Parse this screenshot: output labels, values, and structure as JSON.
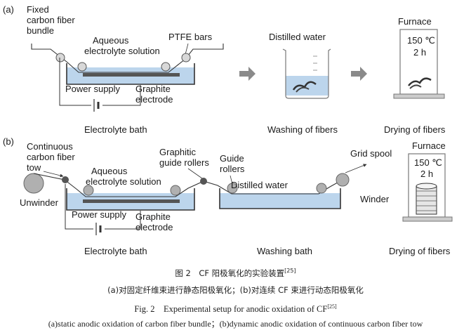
{
  "panel_a": {
    "tag": "(a)",
    "fiber_label": [
      "Fixed",
      "carbon fiber",
      "bundle"
    ],
    "electrolyte_label": [
      "Aqueous",
      "electrolyte solution"
    ],
    "ptfe_label": "PTFE bars",
    "power_label": "Power supply",
    "graphite_label": [
      "Graphite",
      "electrode"
    ],
    "water_label": "Distilled water",
    "furnace_title": "Furnace",
    "furnace_temp": "150 ℃",
    "furnace_time": "2 h",
    "step_labels": [
      "Electrolyte bath",
      "Washing of fibers",
      "Drying of fibers"
    ]
  },
  "panel_b": {
    "tag": "(b)",
    "tow_label": [
      "Continuous",
      "carbon fiber",
      "tow"
    ],
    "unwinder_label": "Unwinder",
    "electrolyte_label": [
      "Aqueous",
      "electrolyte solution"
    ],
    "graphitic_label": [
      "Graphitic",
      "guide rollers"
    ],
    "guide_label": [
      "Guide",
      "rollers"
    ],
    "water_label": "Distilled water",
    "spool_label": "Grid spool",
    "winder_label": "Winder",
    "power_label": "Power supply",
    "graphite_label": [
      "Graphite",
      "electrode"
    ],
    "furnace_title": "Furnace",
    "furnace_temp": "150 ℃",
    "furnace_time": "2 h",
    "step_labels": [
      "Electrolyte bath",
      "Washing bath",
      "Drying of fibers"
    ]
  },
  "caption": {
    "zh_title": "图 2　CF 阳极氧化的实验装置",
    "zh_ref": "[25]",
    "zh_sub": "(a)对固定纤维束进行静态阳极氧化；(b)对连续 CF 束进行动态阳极氧化",
    "en_title": "Fig. 2　Experimental setup for anodic oxidation of CF",
    "en_ref": "[25]",
    "en_sub": "(a)static anodic oxidation of carbon fiber bundle；(b)dynamic anodic oxidation of continuous carbon fiber tow"
  },
  "colors": {
    "water": "#bcd5ec",
    "line": "#333333",
    "electrode": "#555555",
    "roller": "#b0b0b0",
    "arrow": "#8a8a8a",
    "furnace_wall": "#cccccc"
  },
  "icons": [
    "beaker-icon",
    "furnace-icon",
    "grid-spool-icon",
    "arrow-right-icon",
    "battery-icon"
  ]
}
